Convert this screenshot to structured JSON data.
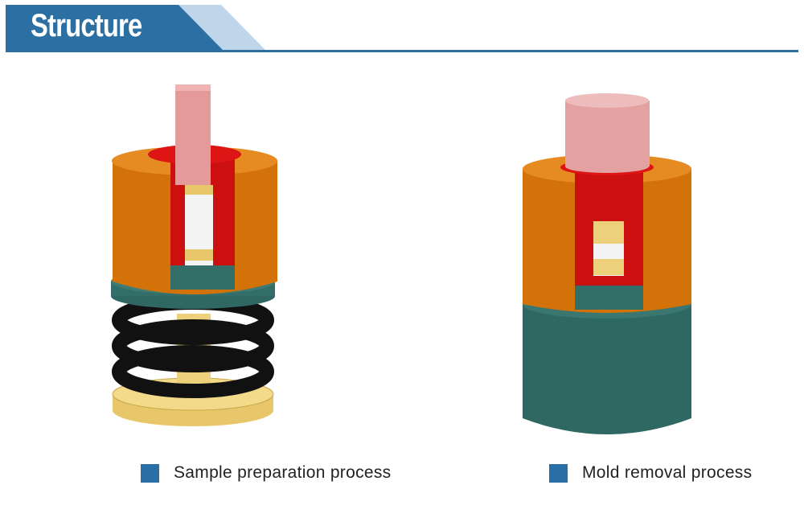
{
  "header": {
    "title": "Structure",
    "colors": {
      "primary": "#2b6fa3",
      "light": "#bfd6ea"
    }
  },
  "captions": [
    {
      "label": "Sample preparation process"
    },
    {
      "label": "Mold removal process"
    }
  ]
}
